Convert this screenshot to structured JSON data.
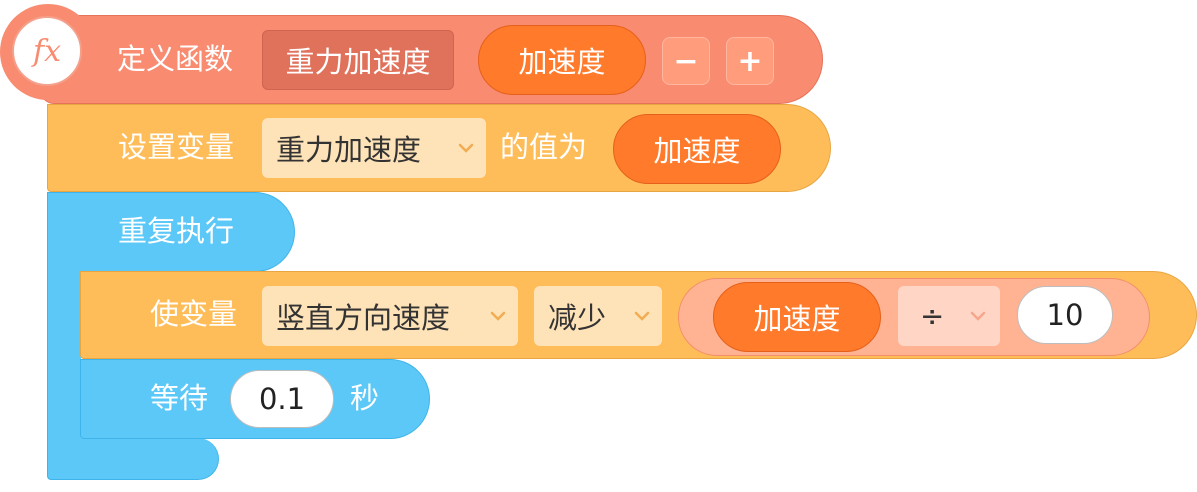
{
  "colors": {
    "function_block": "#f98b70",
    "variable_block": "#ffbd5a",
    "control_block": "#5cc8f8",
    "arg_pill": "#ff7a2a",
    "operator_block": "#ffb392"
  },
  "define_block": {
    "icon_text": "fx",
    "label": "定义函数",
    "name": "重力加速度",
    "param": "加速度",
    "minus": "−",
    "plus": "+"
  },
  "set_block": {
    "label": "设置变量",
    "variable": "重力加速度",
    "mid_label": "的值为",
    "value": "加速度"
  },
  "repeat_block": {
    "label": "重复执行"
  },
  "change_block": {
    "label": "使变量",
    "variable": "竖直方向速度",
    "op": "减少",
    "operand_left": "加速度",
    "operator": "÷",
    "operand_right": "10"
  },
  "wait_block": {
    "label": "等待",
    "value": "0.1",
    "unit": "秒"
  }
}
